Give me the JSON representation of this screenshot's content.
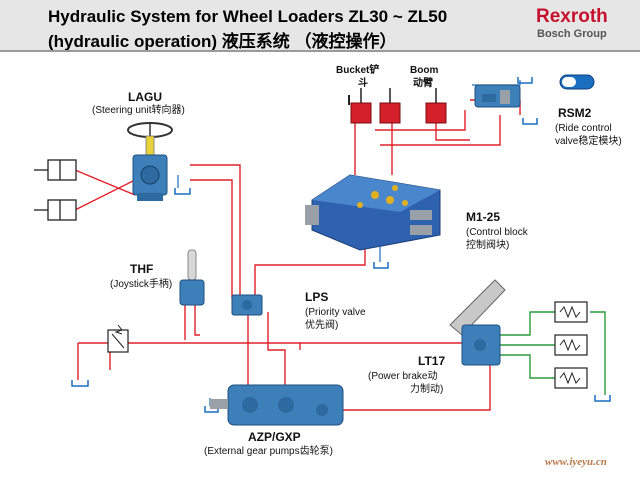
{
  "header": {
    "title_line1": "Hydraulic System for Wheel Loaders ZL30 ~ ZL50",
    "title_line2": "(hydraulic operation) 液压系统 （液控操作）",
    "brand": "Rexroth",
    "brand_sub": "Bosch Group"
  },
  "components": {
    "lagu": {
      "name": "LAGU",
      "desc": "(Steering unit转向器)"
    },
    "bucket": {
      "name": "Bucket铲",
      "desc": "斗"
    },
    "boom": {
      "name": "Boom",
      "desc": "动臂"
    },
    "rsm2": {
      "name": "RSM2",
      "desc1": "(Ride control",
      "desc2": "valve稳定模块)"
    },
    "m125": {
      "name": "M1-25",
      "desc1": "(Control block",
      "desc2": "控制阀块)"
    },
    "thf": {
      "name": "THF",
      "desc": "(Joystick手柄)"
    },
    "lps": {
      "name": "LPS",
      "desc1": "(Priority valve",
      "desc2": "优先阀)"
    },
    "lt17": {
      "name": "LT17",
      "desc1": "(Power brake动",
      "desc2": "力制动)"
    },
    "azp": {
      "name": "AZP/GXP",
      "desc": "(External gear pumps齿轮泵)"
    }
  },
  "watermark": "www.iyeyu.cn",
  "colors": {
    "line_red": "#e0202a",
    "line_green": "#2a9a3a",
    "line_blue": "#1a6fc0",
    "component_blue": "#3d7fb8",
    "cylinder_red": "#d4202a"
  }
}
